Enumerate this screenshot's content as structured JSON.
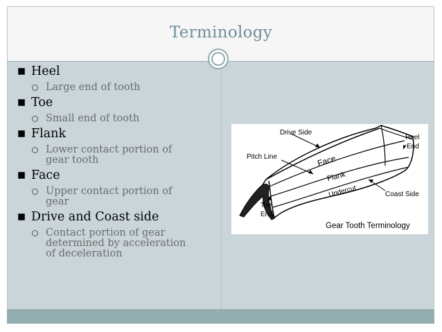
{
  "slide": {
    "title": "Terminology",
    "bullets": [
      {
        "text": "Heel",
        "sub": [
          "Large end of tooth"
        ]
      },
      {
        "text": "Toe",
        "sub": [
          "Small end of tooth"
        ]
      },
      {
        "text": "Flank",
        "sub": [
          "Lower contact portion of gear tooth"
        ]
      },
      {
        "text": "Face",
        "sub": [
          "Upper contact portion of gear"
        ]
      },
      {
        "text": "Drive and Coast side",
        "sub": [
          "Contact portion of gear determined by acceleration of deceleration"
        ]
      }
    ]
  },
  "figure": {
    "caption": "Gear Tooth Terminology",
    "labels": {
      "drive_side": "Drive Side",
      "heel_end": "Heel",
      "heel_end2": "End",
      "pitch_line": "Pitch Line",
      "face": "Face",
      "flank": "Flank",
      "undercut": "Undercut",
      "coast_side": "Coast Side",
      "toe_end": "Toe",
      "toe_end2": "End"
    }
  }
}
